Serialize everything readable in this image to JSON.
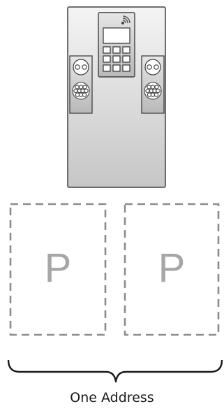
{
  "diagram": {
    "caption": "One Address",
    "parking_spaces": [
      {
        "label": "P"
      },
      {
        "label": "P"
      }
    ],
    "charger": {
      "icon": "ev-charging-station-icon",
      "keypad_keys": 9,
      "colors": {
        "body_top": "#f2f2f2",
        "body_bottom": "#c9c9c9",
        "outline": "#404040"
      }
    },
    "colors": {
      "dashed_outline": "#8c8c8c",
      "letter": "#a6a6a6",
      "brace": "#1a1a1a"
    }
  }
}
